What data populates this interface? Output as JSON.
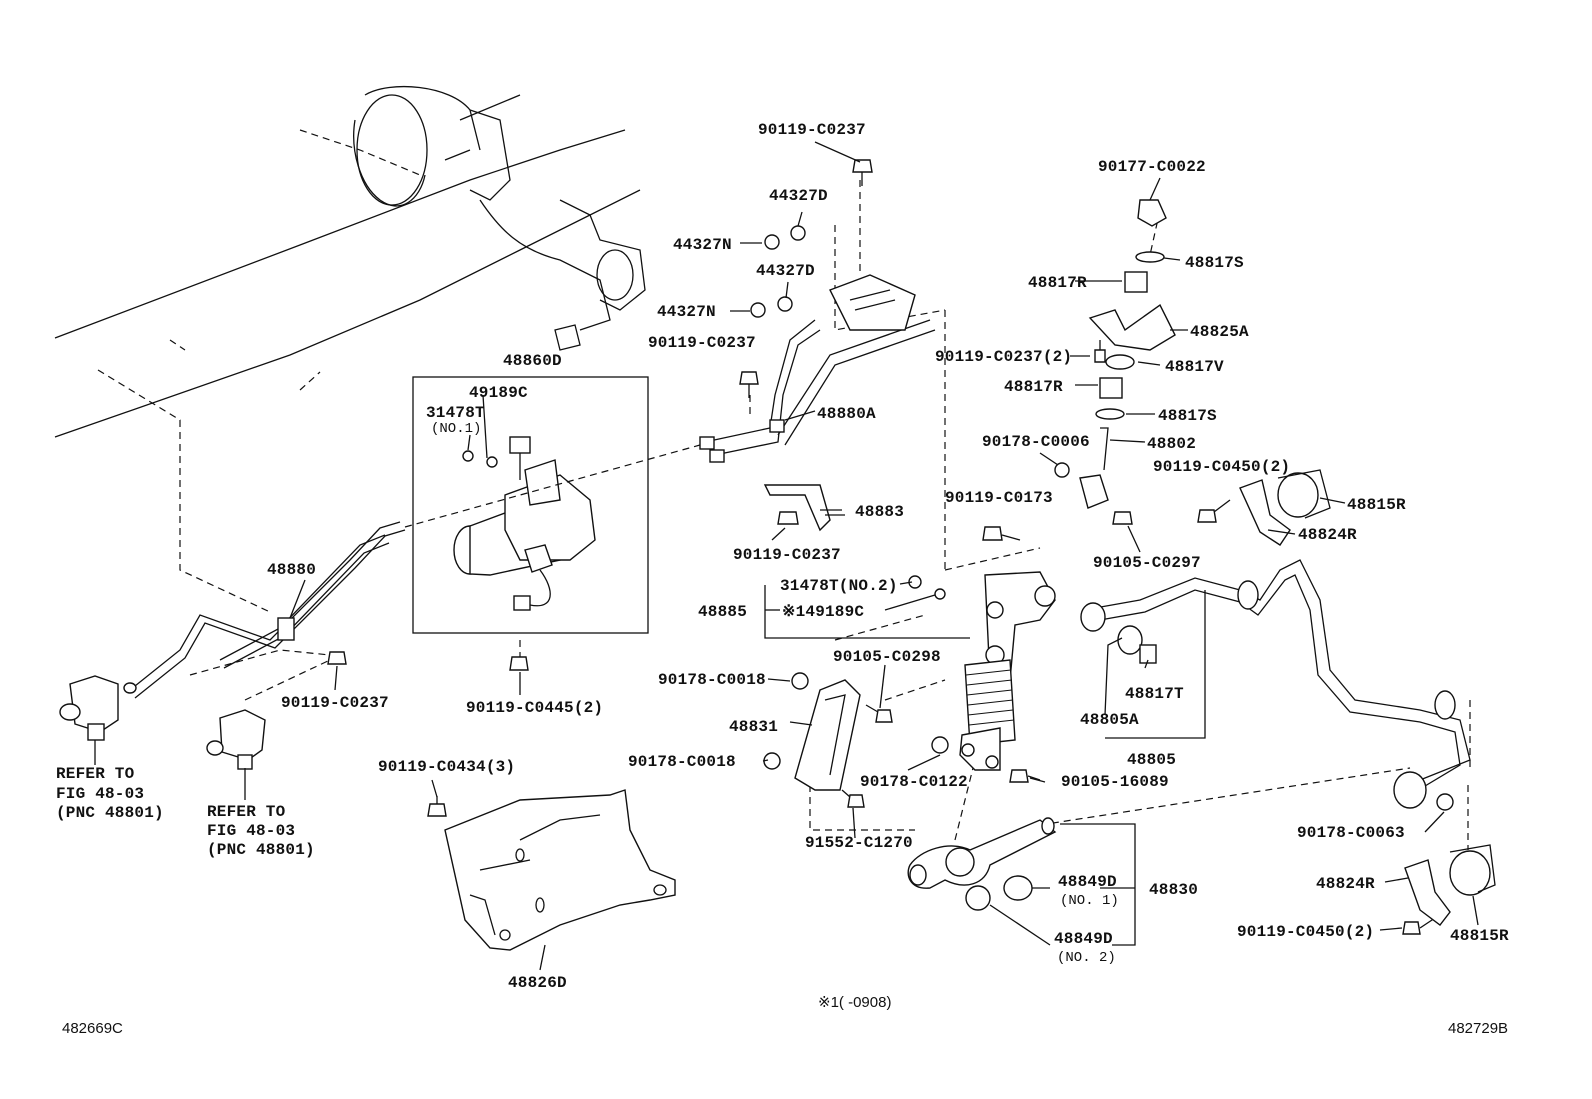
{
  "parts": {
    "p90119_C0237_top": "90119-C0237",
    "p90177_C0022": "90177-C0022",
    "p44327D_a": "44327D",
    "p44327N_a": "44327N",
    "p44327D_b": "44327D",
    "p44327N_b": "44327N",
    "p48817S_a": "48817S",
    "p48817R_a": "48817R",
    "p48825A": "48825A",
    "p48860D": "48860D",
    "p90119_C0237_mid": "90119-C0237",
    "p90119_C0237_2": "90119-C0237(2)",
    "p48817V": "48817V",
    "p49189C": "49189C",
    "p48817R_b": "48817R",
    "p48817S_b": "48817S",
    "p31478T": "31478T",
    "p31478T_no1": "(NO.1)",
    "p48880A": "48880A",
    "p90178_C0006": "90178-C0006",
    "p48802": "48802",
    "p90119_C0450_2a": "90119-C0450(2)",
    "p48815R_a": "48815R",
    "p90119_C0173": "90119-C0173",
    "p48883": "48883",
    "p48824R_a": "48824R",
    "p90119_C0237_low": "90119-C0237",
    "p90105_C0297": "90105-C0297",
    "p48880": "48880",
    "p31478T_no2": "31478T(NO.2)",
    "p48885": "48885",
    "p149189C": "※149189C",
    "p90105_C0298": "90105-C0298",
    "p48817T": "48817T",
    "p90178_C0018_a": "90178-C0018",
    "p90119_C0237_left": "90119-C0237",
    "p90119_C0445_2": "90119-C0445(2)",
    "p48831": "48831",
    "p48805A": "48805A",
    "p48805": "48805",
    "p90119_C0434_3": "90119-C0434(3)",
    "p90178_C0018_b": "90178-C0018",
    "p90178_C0122": "90178-C0122",
    "p90105_16089": "90105-16089",
    "p90178_C0063": "90178-C0063",
    "p91552_C1270": "91552-C1270",
    "p48849D_no1": "48849D",
    "p48849D_no1_sub": "(NO. 1)",
    "p48830": "48830",
    "p48824R_b": "48824R",
    "p90119_C0450_2b": "90119-C0450(2)",
    "p48815R_b": "48815R",
    "p48849D_no2": "48849D",
    "p48849D_no2_sub": "(NO. 2)",
    "p48826D": "48826D"
  },
  "refer_a": {
    "line1": "REFER TO",
    "line2": "FIG 48-03",
    "line3": "(PNC 48801)"
  },
  "refer_b": {
    "line1": "REFER TO",
    "line2": "FIG 48-03",
    "line3": "(PNC 48801)"
  },
  "footnote": "※1(   -0908)",
  "corner_left": "482669C",
  "corner_right": "482729B"
}
